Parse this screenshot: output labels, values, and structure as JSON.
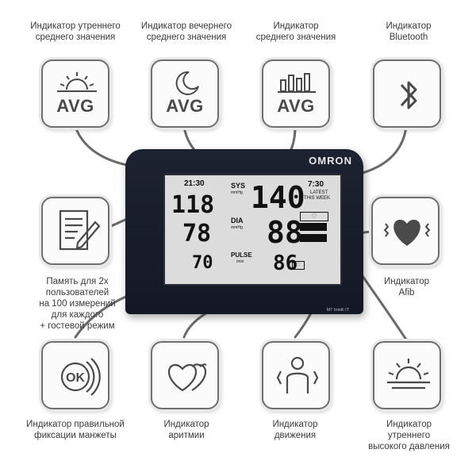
{
  "labels": {
    "morning_avg": [
      "Индикатор утреннего",
      "среднего значения"
    ],
    "evening_avg": [
      "Индикатор вечернего",
      "среднего значения"
    ],
    "avg": [
      "Индикатор",
      "среднего значения"
    ],
    "bluetooth": [
      "Индикатор",
      "Bluetooth"
    ],
    "memory": [
      "Память для 2х",
      "пользователей",
      "на 100 измерений",
      "для каждого",
      "+ гостевой режим"
    ],
    "afib": [
      "Индикатор",
      "Afib"
    ],
    "cuff": [
      "Индикатор правильной",
      "фиксации манжеты"
    ],
    "arrhythmia": [
      "Индикатор",
      "аритмии"
    ],
    "motion": [
      "Индикатор",
      "движения"
    ],
    "morning_high": [
      "Индикатор",
      "утреннего",
      "высокого давления"
    ]
  },
  "icons": {
    "avg_text": "AVG",
    "ok_text": "OK"
  },
  "device": {
    "brand": "OMRON",
    "time_left": "21:30",
    "sys_label": "SYS",
    "mmhg": "mmHg",
    "sys_value": "140",
    "dia_label": "DIA",
    "dia_value": "88",
    "pulse_label": "PULSE",
    "pulse_unit": "/min",
    "pulse_value": "86",
    "mem_sys": "118",
    "mem_dia": "78",
    "mem_pulse": "70",
    "time_right": "7:30",
    "latest": "LATEST",
    "this_week": "THIS WEEK",
    "model": "M7 Intelli IT"
  },
  "colors": {
    "device_body": "#1d2231",
    "lcd": "#dcdcdc",
    "tile_border": "#6f6f6f",
    "line": "#6a6a6a"
  }
}
